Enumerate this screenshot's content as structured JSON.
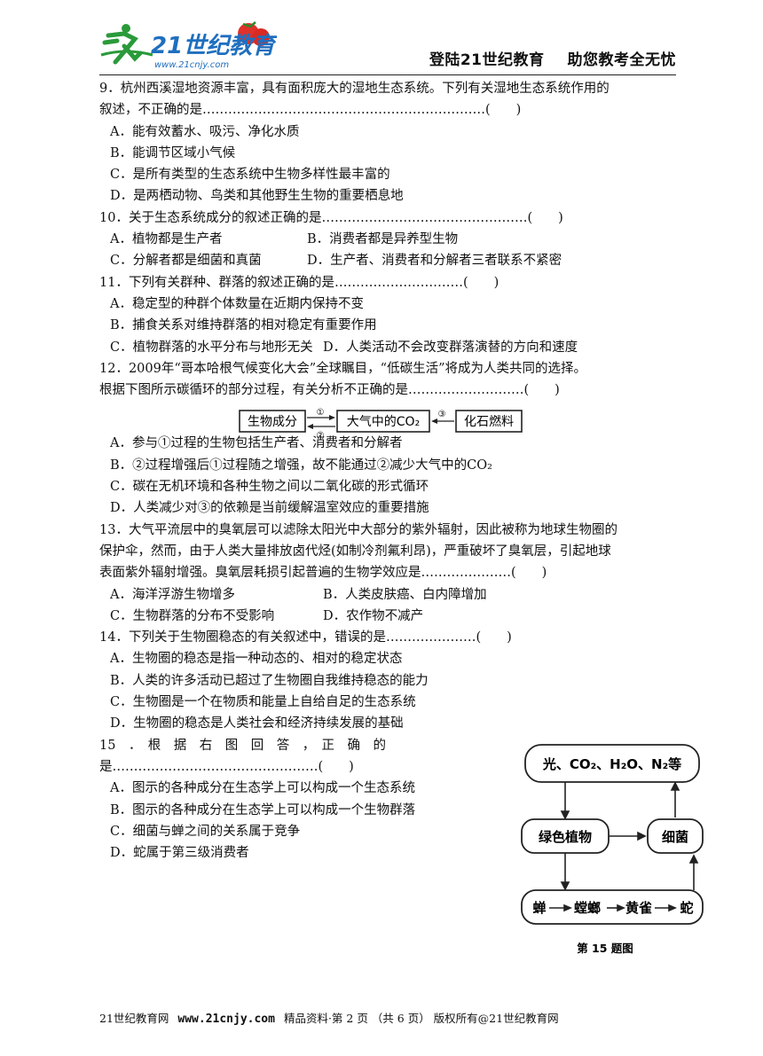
{
  "header": {
    "logo_text": "21世纪教育",
    "logo_url": "www.21cnjy.com",
    "slogan_1": "登陆21世纪教育",
    "slogan_2": "助您教考全无忧"
  },
  "questions": [
    {
      "lines": [
        "9．杭州西溪湿地资源丰富，具有面积庞大的湿地生态系统。下列有关湿地生态系统作用的",
        "叙述，不正确的是…………………………………………………………(　　)"
      ],
      "options": [
        [
          "A．能有效蓄水、吸污、净化水质"
        ],
        [
          "B．能调节区域小气候"
        ],
        [
          "C．是所有类型的生态系统中生物多样性最丰富的"
        ],
        [
          "D．是两栖动物、鸟类和其他野生生物的重要栖息地"
        ]
      ]
    },
    {
      "lines": [
        "10．关于生态系统成分的叙述正确的是…………………………………………(　　)"
      ],
      "options": [
        [
          "A．植物都是生产者",
          "B．消费者都是异养型生物"
        ],
        [
          "C．分解者都是细菌和真菌",
          "D．生产者、消费者和分解者三者联系不紧密"
        ]
      ]
    },
    {
      "lines": [
        "11．下列有关群种、群落的叙述正确的是…………………………(　　)"
      ],
      "options": [
        [
          "A．稳定型的种群个体数量在近期内保持不变"
        ],
        [
          "B．捕食关系对维持群落的相对稳定有重要作用"
        ],
        [
          "C．植物群落的水平分布与地形无关",
          "D．人类活动不会改变群落演替的方向和速度"
        ]
      ]
    },
    {
      "lines": [
        "12．2009年“哥本哈根气候变化大会”全球瞩目，“低碳生活”将成为人类共同的选择。",
        "根据下图所示碳循环的部分过程，有关分析不正确的是………………………(　　)"
      ],
      "options": [
        [
          "A．参与①过程的生物包括生产者、消费者和分解者"
        ],
        [
          "B．②过程增强后①过程随之增强，故不能通过②减少大气中的CO₂"
        ],
        [
          "C．碳在无机环境和各种生物之间以二氧化碳的形式循环"
        ],
        [
          "D．人类减少对③的依赖是当前缓解温室效应的重要措施"
        ]
      ]
    },
    {
      "lines": [
        "13．大气平流层中的臭氧层可以滤除太阳光中大部分的紫外辐射，因此被称为地球生物圈的",
        "保护伞，然而，由于人类大量排放卤代烃(如制冷剂氟利昂)，严重破坏了臭氧层，引起地球",
        "表面紫外辐射增强。臭氧层耗损引起普遍的生物学效应是…………………(　　)"
      ],
      "options": [
        [
          "A．海洋浮游生物增多",
          "B．人类皮肤癌、白内障增加"
        ],
        [
          "C．生物群落的分布不受影响",
          "D．农作物不减产"
        ]
      ]
    },
    {
      "lines": [
        "14．下列关于生物圈稳态的有关叙述中，错误的是…………………(　　)"
      ],
      "options": [
        [
          "A．生物圈的稳态是指一种动态的、相对的稳定状态"
        ],
        [
          "B．人类的许多活动已超过了生物圈自我维持稳态的能力"
        ],
        [
          "C．生物圈是一个在物质和能量上自给自足的生态系统"
        ],
        [
          "D．生物圈的稳态是人类社会和经济持续发展的基础"
        ]
      ]
    },
    {
      "lines": [
        "15　．　根　据　右　图　回　答　，　正　确　的",
        "是…………………………………………(　　)"
      ],
      "options": [
        [
          "A．图示的各种成分在生态学上可以构成一个生态系统"
        ],
        [
          "B．图示的各种成分在生态学上可以构成一个生物群落"
        ],
        [
          "C．细菌与蝉之间的关系属于竞争"
        ],
        [
          "D．蛇属于第三级消费者"
        ]
      ]
    }
  ],
  "carbon_diagram": {
    "box_left": "生物成分",
    "box_mid": "大气中的CO₂",
    "box_right": "化石燃料",
    "label_1": "①",
    "label_2": "②",
    "label_3": "③"
  },
  "food_web": {
    "top": "光、CO₂、H₂O、N₂等",
    "plant": "绿色植物",
    "bacteria": "细菌",
    "chain": [
      "蝉",
      "螳螂",
      "黄雀",
      "蛇"
    ],
    "caption": "第 15 题图"
  },
  "footer": {
    "site": "21世纪教育网",
    "url": "www.21cnjy.com",
    "text": "精品资料·第 2 页 （共 6 页） 版权所有@21世纪教育网"
  }
}
